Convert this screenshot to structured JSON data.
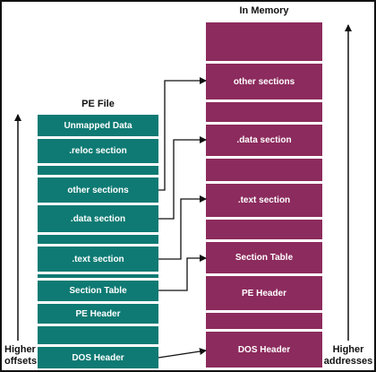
{
  "titles": {
    "pe_file": "PE File",
    "memory": "In Memory"
  },
  "pe_file": {
    "cells": [
      "Unmapped Data",
      ".reloc section",
      "",
      "other sections",
      ".data section",
      "",
      ".text section",
      "",
      "Section Table",
      "PE Header",
      "",
      "DOS Header"
    ]
  },
  "memory": {
    "cells": [
      "",
      "other sections",
      "",
      ".data section",
      "",
      ".text section",
      "",
      "Section Table",
      "PE Header",
      "",
      "DOS Header"
    ]
  },
  "left_axis": {
    "line1": "Higher",
    "line2": "offsets"
  },
  "right_axis": {
    "line1": "Higher",
    "line2": "addresses"
  },
  "colors": {
    "pe": "#0e7a73",
    "memory": "#8c2b5d",
    "line": "#111111"
  }
}
